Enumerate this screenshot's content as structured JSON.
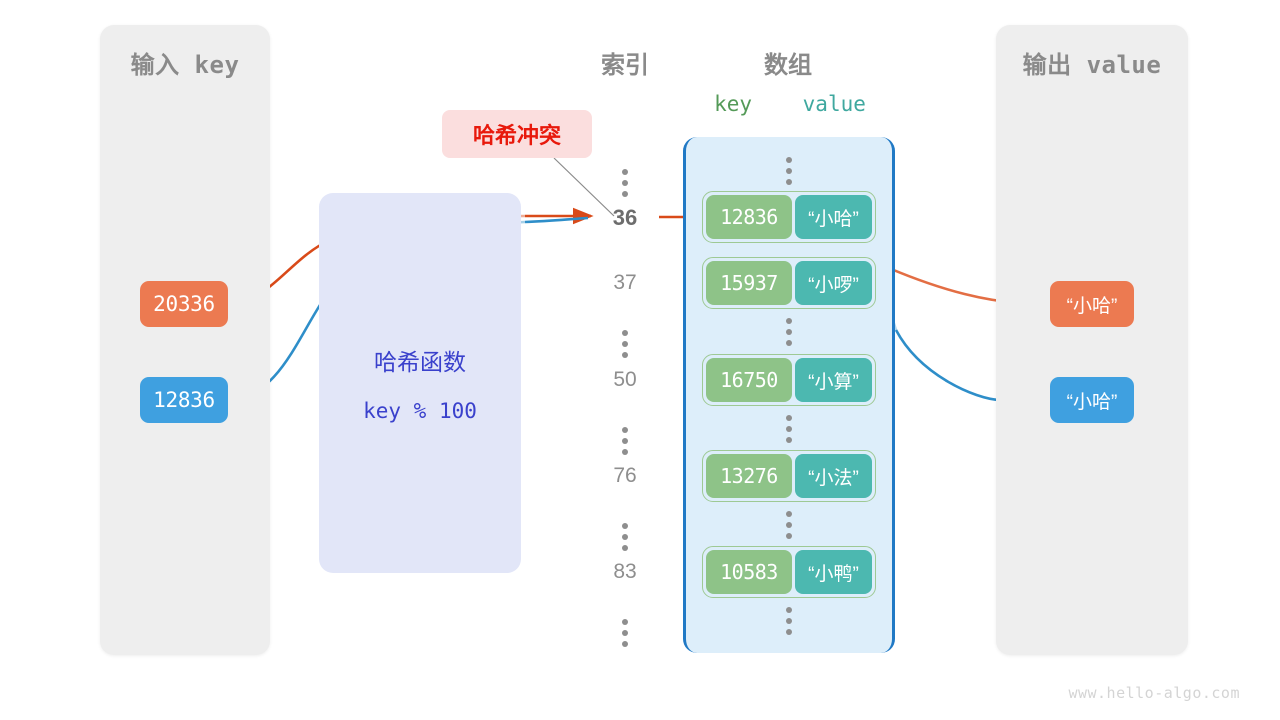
{
  "diagram": {
    "title": "hash-collision-diagram",
    "watermark": "www.hello-algo.com"
  },
  "input_panel": {
    "title": "输入 key",
    "keys": [
      {
        "label": "20336",
        "color": "#ec7a51"
      },
      {
        "label": "12836",
        "color": "#3fa0e0"
      }
    ]
  },
  "hash_function": {
    "title": "哈希函数",
    "expression": "key % 100"
  },
  "collision": {
    "label": "哈希冲突",
    "text_color": "#e8190c",
    "background": "#fbdede"
  },
  "index_column": {
    "heading": "索引",
    "items": [
      {
        "label": "⋮",
        "type": "dots",
        "highlight": false
      },
      {
        "label": "36",
        "type": "index",
        "highlight": true
      },
      {
        "label": "37",
        "type": "index",
        "highlight": false
      },
      {
        "label": "⋮",
        "type": "dots",
        "highlight": false
      },
      {
        "label": "50",
        "type": "index",
        "highlight": false
      },
      {
        "label": "⋮",
        "type": "dots",
        "highlight": false
      },
      {
        "label": "76",
        "type": "index",
        "highlight": false
      },
      {
        "label": "⋮",
        "type": "dots",
        "highlight": false
      },
      {
        "label": "83",
        "type": "index",
        "highlight": false
      },
      {
        "label": "⋮",
        "type": "dots",
        "highlight": false
      }
    ]
  },
  "array_column": {
    "heading": "数组",
    "key_label": "key",
    "value_label": "value",
    "key_color": "#8ec388",
    "value_color": "#4cb8b0",
    "container_color": "#ddeefa",
    "container_border": "#2079c5",
    "entries": [
      {
        "key": "12836",
        "value": "“小哈”"
      },
      {
        "key": "15937",
        "value": "“小啰”"
      },
      {
        "key": "16750",
        "value": "“小算”"
      },
      {
        "key": "13276",
        "value": "“小法”"
      },
      {
        "key": "10583",
        "value": "“小鸭”"
      }
    ]
  },
  "output_panel": {
    "title": "输出 value",
    "values": [
      {
        "label": "“小哈”",
        "color": "#ec7a51"
      },
      {
        "label": "“小哈”",
        "color": "#3fa0e0"
      }
    ]
  }
}
